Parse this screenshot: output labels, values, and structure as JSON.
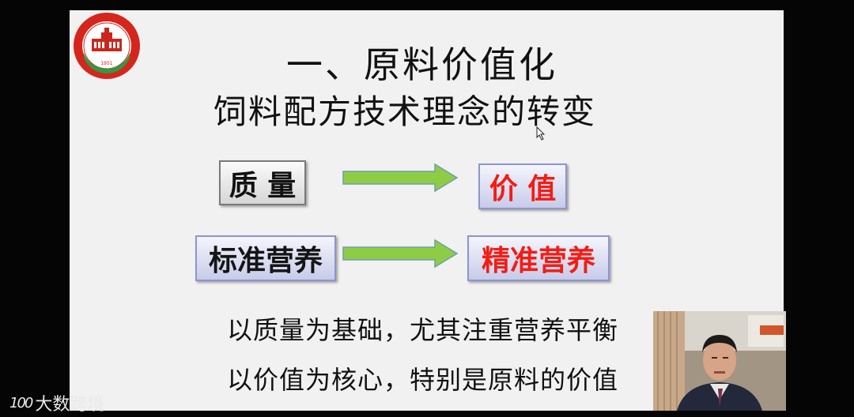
{
  "slide": {
    "title": "一、原料价值化",
    "subtitle": "饲料配方技术理念的转变",
    "row1": {
      "from": "质 量",
      "to": "价 值"
    },
    "row2": {
      "from": "标准营养",
      "to": "精准营养"
    },
    "notes": [
      "以质量为基础，尤其注重营养平衡",
      "以价值为核心，特别是原料的价值"
    ],
    "logo_year": "1951"
  },
  "watermark": {
    "mark": "100",
    "text": "大数跨境"
  },
  "colors": {
    "arrow_green": "#8fcc46",
    "accent_red": "#f21d14",
    "box_blue_border": "#8d95cf"
  }
}
